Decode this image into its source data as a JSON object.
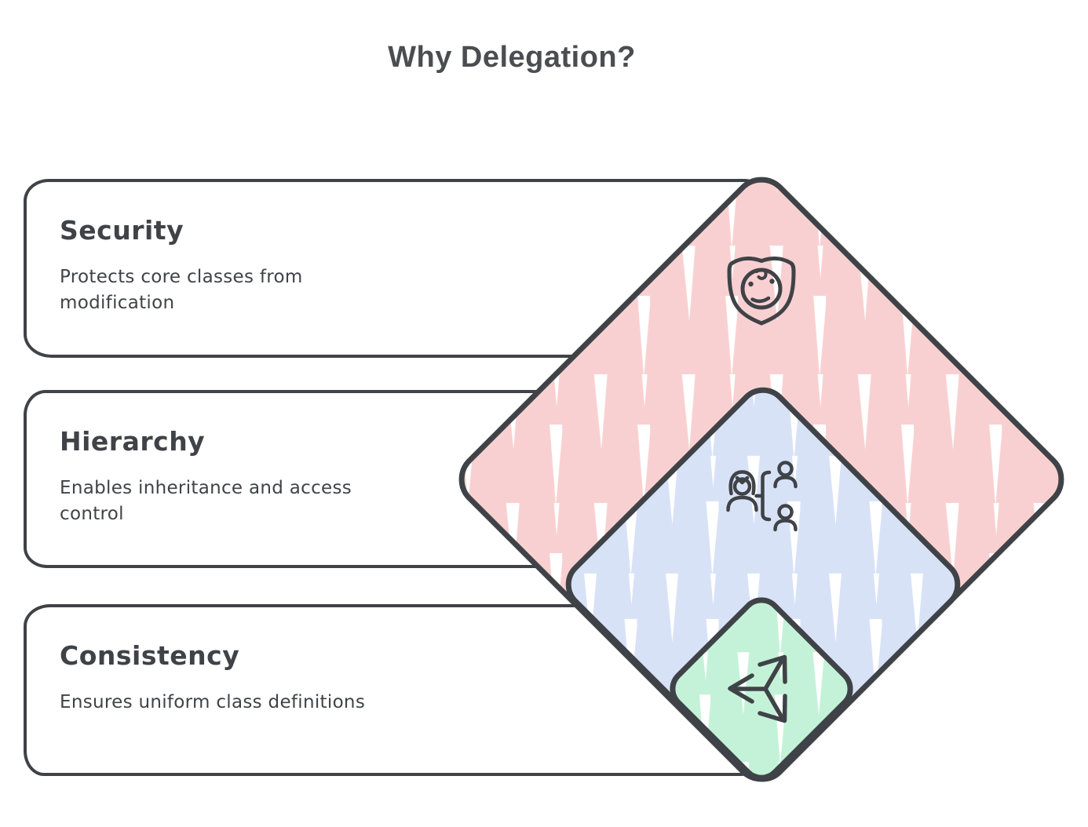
{
  "title": "Why Delegation?",
  "cards": [
    {
      "heading": "Security",
      "description": "Protects core classes from\nmodification"
    },
    {
      "heading": "Hierarchy",
      "description": "Enables inheritance and access\ncontrol"
    },
    {
      "heading": "Consistency",
      "description": "Ensures uniform class definitions"
    }
  ],
  "diamonds": [
    {
      "label": "security-diamond",
      "icon": "shield-face-icon",
      "fill": "#f9d0d1"
    },
    {
      "label": "hierarchy-diamond",
      "icon": "org-chart-icon",
      "fill": "#d8e2f7"
    },
    {
      "label": "consistency-diamond",
      "icon": "tri-arrow-icon",
      "fill": "#c4f2d8"
    }
  ],
  "colors": {
    "ink": "#3f4347",
    "title_text": "#4b4e51",
    "background": "#ffffff",
    "pink_fill": "#f9d0d1",
    "blue_fill": "#d8e2f7",
    "green_fill": "#c4f2d8",
    "hatch_gap": "#ffffff"
  }
}
